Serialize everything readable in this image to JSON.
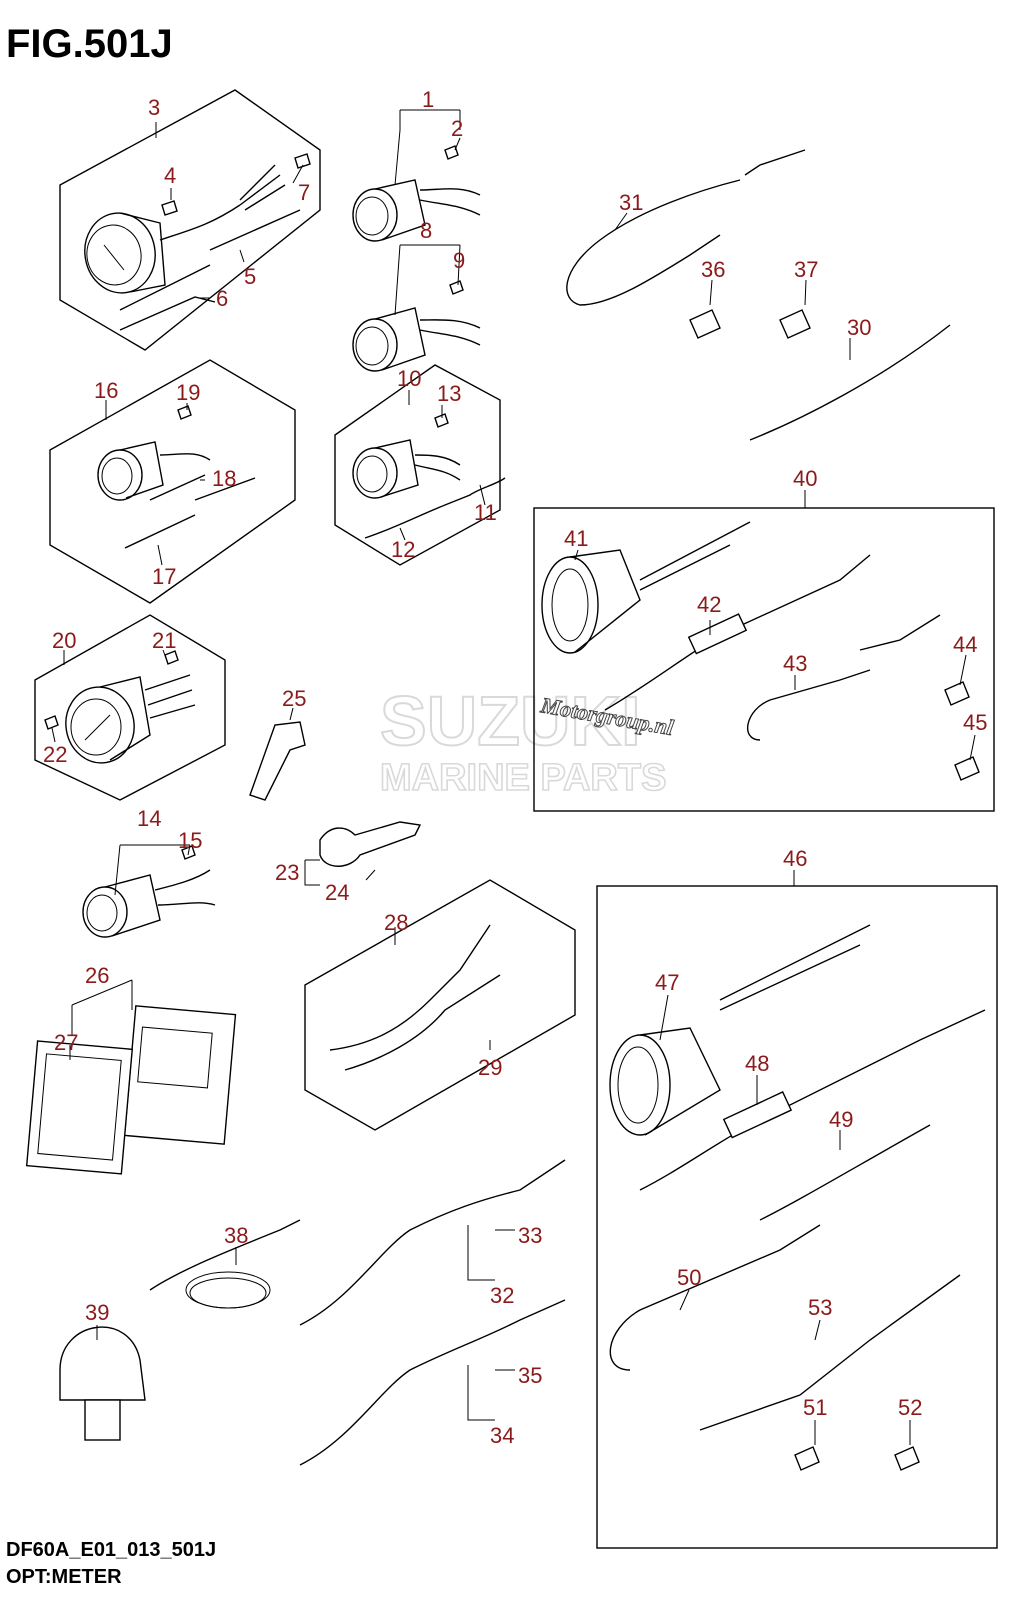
{
  "header": {
    "title": "FIG.501J"
  },
  "footer": {
    "code": "DF60A_E01_013_501J",
    "title": "OPT:METER"
  },
  "watermark": {
    "brand": "SUZUKI",
    "sub": "MARINE PARTS",
    "site": "Motorgroup.nl"
  },
  "colors": {
    "callout": "#8b1a1a",
    "line": "#000000",
    "watermark": "#d9d9d9"
  },
  "callouts": [
    "1",
    "2",
    "3",
    "4",
    "5",
    "6",
    "7",
    "8",
    "9",
    "10",
    "11",
    "12",
    "13",
    "14",
    "15",
    "16",
    "17",
    "18",
    "19",
    "20",
    "21",
    "22",
    "23",
    "24",
    "25",
    "26",
    "27",
    "28",
    "29",
    "30",
    "31",
    "32",
    "33",
    "34",
    "35",
    "36",
    "37",
    "38",
    "39",
    "40",
    "41",
    "42",
    "43",
    "44",
    "45",
    "46",
    "47",
    "48",
    "49",
    "50",
    "51",
    "52",
    "53"
  ]
}
